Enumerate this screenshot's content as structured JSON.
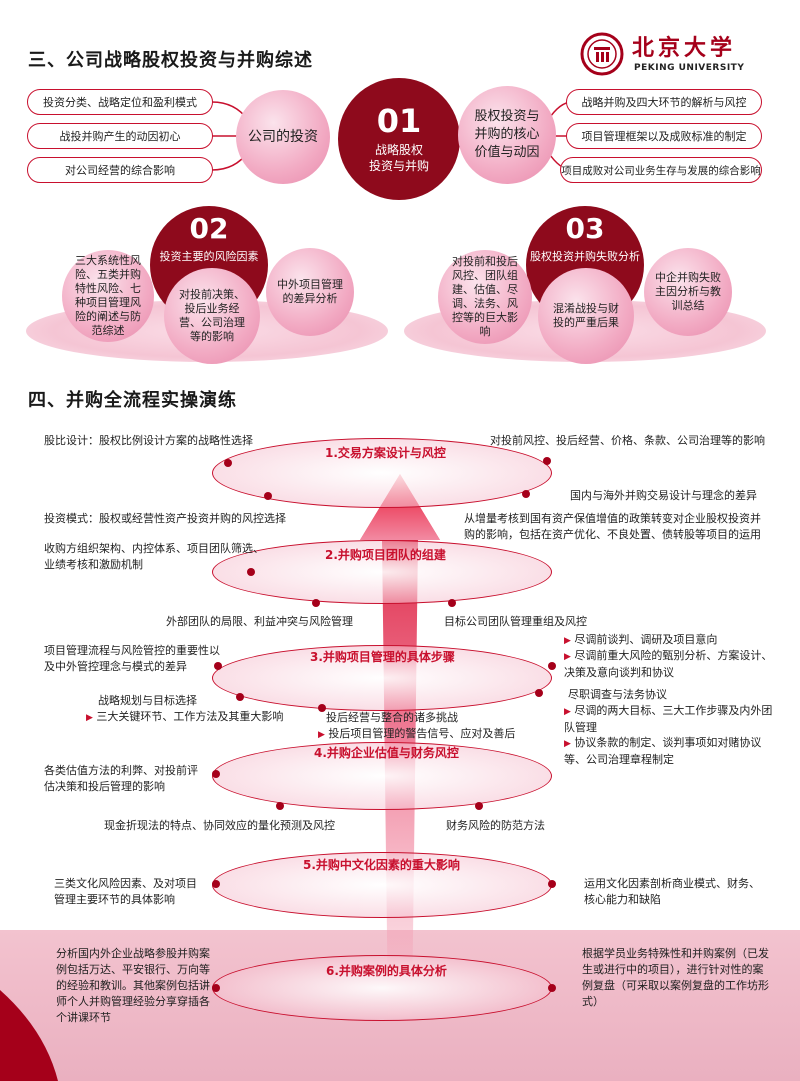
{
  "section3": {
    "title": "三、公司战略股权投资与并购综述",
    "logo": {
      "chinese": "北京大学",
      "english": "PEKING UNIVERSITY"
    },
    "left_pills": [
      "投资分类、战略定位和盈利模式",
      "战投并购产生的动因初心",
      "对公司经营的综合影响"
    ],
    "left_circle": "公司的投资",
    "center": {
      "number": "01",
      "label_l1": "战略股权",
      "label_l2": "投资与并购"
    },
    "right_circle_l1": "股权投资与",
    "right_circle_l2": "并购的核心",
    "right_circle_l3": "价值与动因",
    "right_pills": [
      "战略并购及四大环节的解析与风控",
      "项目管理框架以及成败标准的制定",
      "项目成败对公司业务生存与发展的综合影响"
    ],
    "block02": {
      "number": "02",
      "title": "投资主要的风险因素",
      "c1": "三大系统性风险、五类并购特性风险、七种项目管理风险的阐述与防范综述",
      "c2": "对投前决策、投后业务经营、公司治理等的影响",
      "c3": "中外项目管理的差异分析"
    },
    "block03": {
      "number": "03",
      "title": "股权投资并购失败分析",
      "c1": "对投前和投后风控、团队组建、估值、尽调、法务、风控等的巨大影响",
      "c2": "混淆战投与财投的严重后果",
      "c3": "中企并购失败主因分析与教训总结"
    }
  },
  "section4": {
    "title": "四、并购全流程实操演练",
    "s1": {
      "title": "1.交易方案设计与风控",
      "left": "股比设计：股权比例设计方案的战略性选择",
      "right_top": "对投前风控、投后经营、价格、条款、公司治理等的影响",
      "right_bottom": "国内与海外并购交易设计与理念的差异"
    },
    "s1b": {
      "left": "投资模式：股权或经营性资产投资并购的风控选择",
      "right": "从增量考核到国有资产保值增值的政策转变对企业股权投资并购的影响，包括在资产优化、不良处置、债转股等项目的运用"
    },
    "s2": {
      "title": "2.并购项目团队的组建",
      "left": "收购方组织架构、内控体系、项目团队筛选、业绩考核和激励机制",
      "bottom_left": "外部团队的局限、利益冲突与风险管理",
      "bottom_right": "目标公司团队管理重组及风控"
    },
    "s3": {
      "title": "3.并购项目管理的具体步骤",
      "left": "项目管理流程与风险管控的重要性以及中外管控理念与模式的差异",
      "right_a1": "尽调前谈判、调研及项目意向",
      "right_a2": "尽调前重大风险的甄别分析、方案设计、决策及意向谈判和协议",
      "left_b": "战略规划与目标选择",
      "left_b2": "三大关键环节、工作方法及其重大影响",
      "right_b1": "尽职调查与法务协议",
      "right_b2": "尽调的两大目标、三大工作步骤及内外团队管理",
      "right_b3": "协议条款的制定、谈判事项如对赌协议等、公司治理章程制定",
      "center_b1": "投后经营与整合的诸多挑战",
      "center_b2": "投后项目管理的警告信号、应对及善后"
    },
    "s4": {
      "title": "4.并购企业估值与财务风控",
      "left": "各类估值方法的利弊、对投前评估决策和投后管理的影响",
      "bottom_left": "现金折现法的特点、协同效应的量化预测及风控",
      "bottom_right": "财务风险的防范方法"
    },
    "s5": {
      "title": "5.并购中文化因素的重大影响",
      "left": "三类文化风险因素、及对项目管理主要环节的具体影响",
      "right": "运用文化因素剖析商业模式、财务、核心能力和缺陷"
    },
    "s6": {
      "title": "6.并购案例的具体分析",
      "left": "分析国内外企业战略参股并购案例包括万达、平安银行、万向等的经验和教训。其他案例包括讲师个人并购管理经验分享穿插各个讲课环节",
      "right": "根据学员业务特殊性和并购案例（已发生或进行中的项目），进行针对性的案例复盘（可采取以案例复盘的工作坊形式）"
    }
  },
  "colors": {
    "accent": "#c8102e",
    "dark": "#8e0a1c",
    "pink": "#f2aac3"
  }
}
